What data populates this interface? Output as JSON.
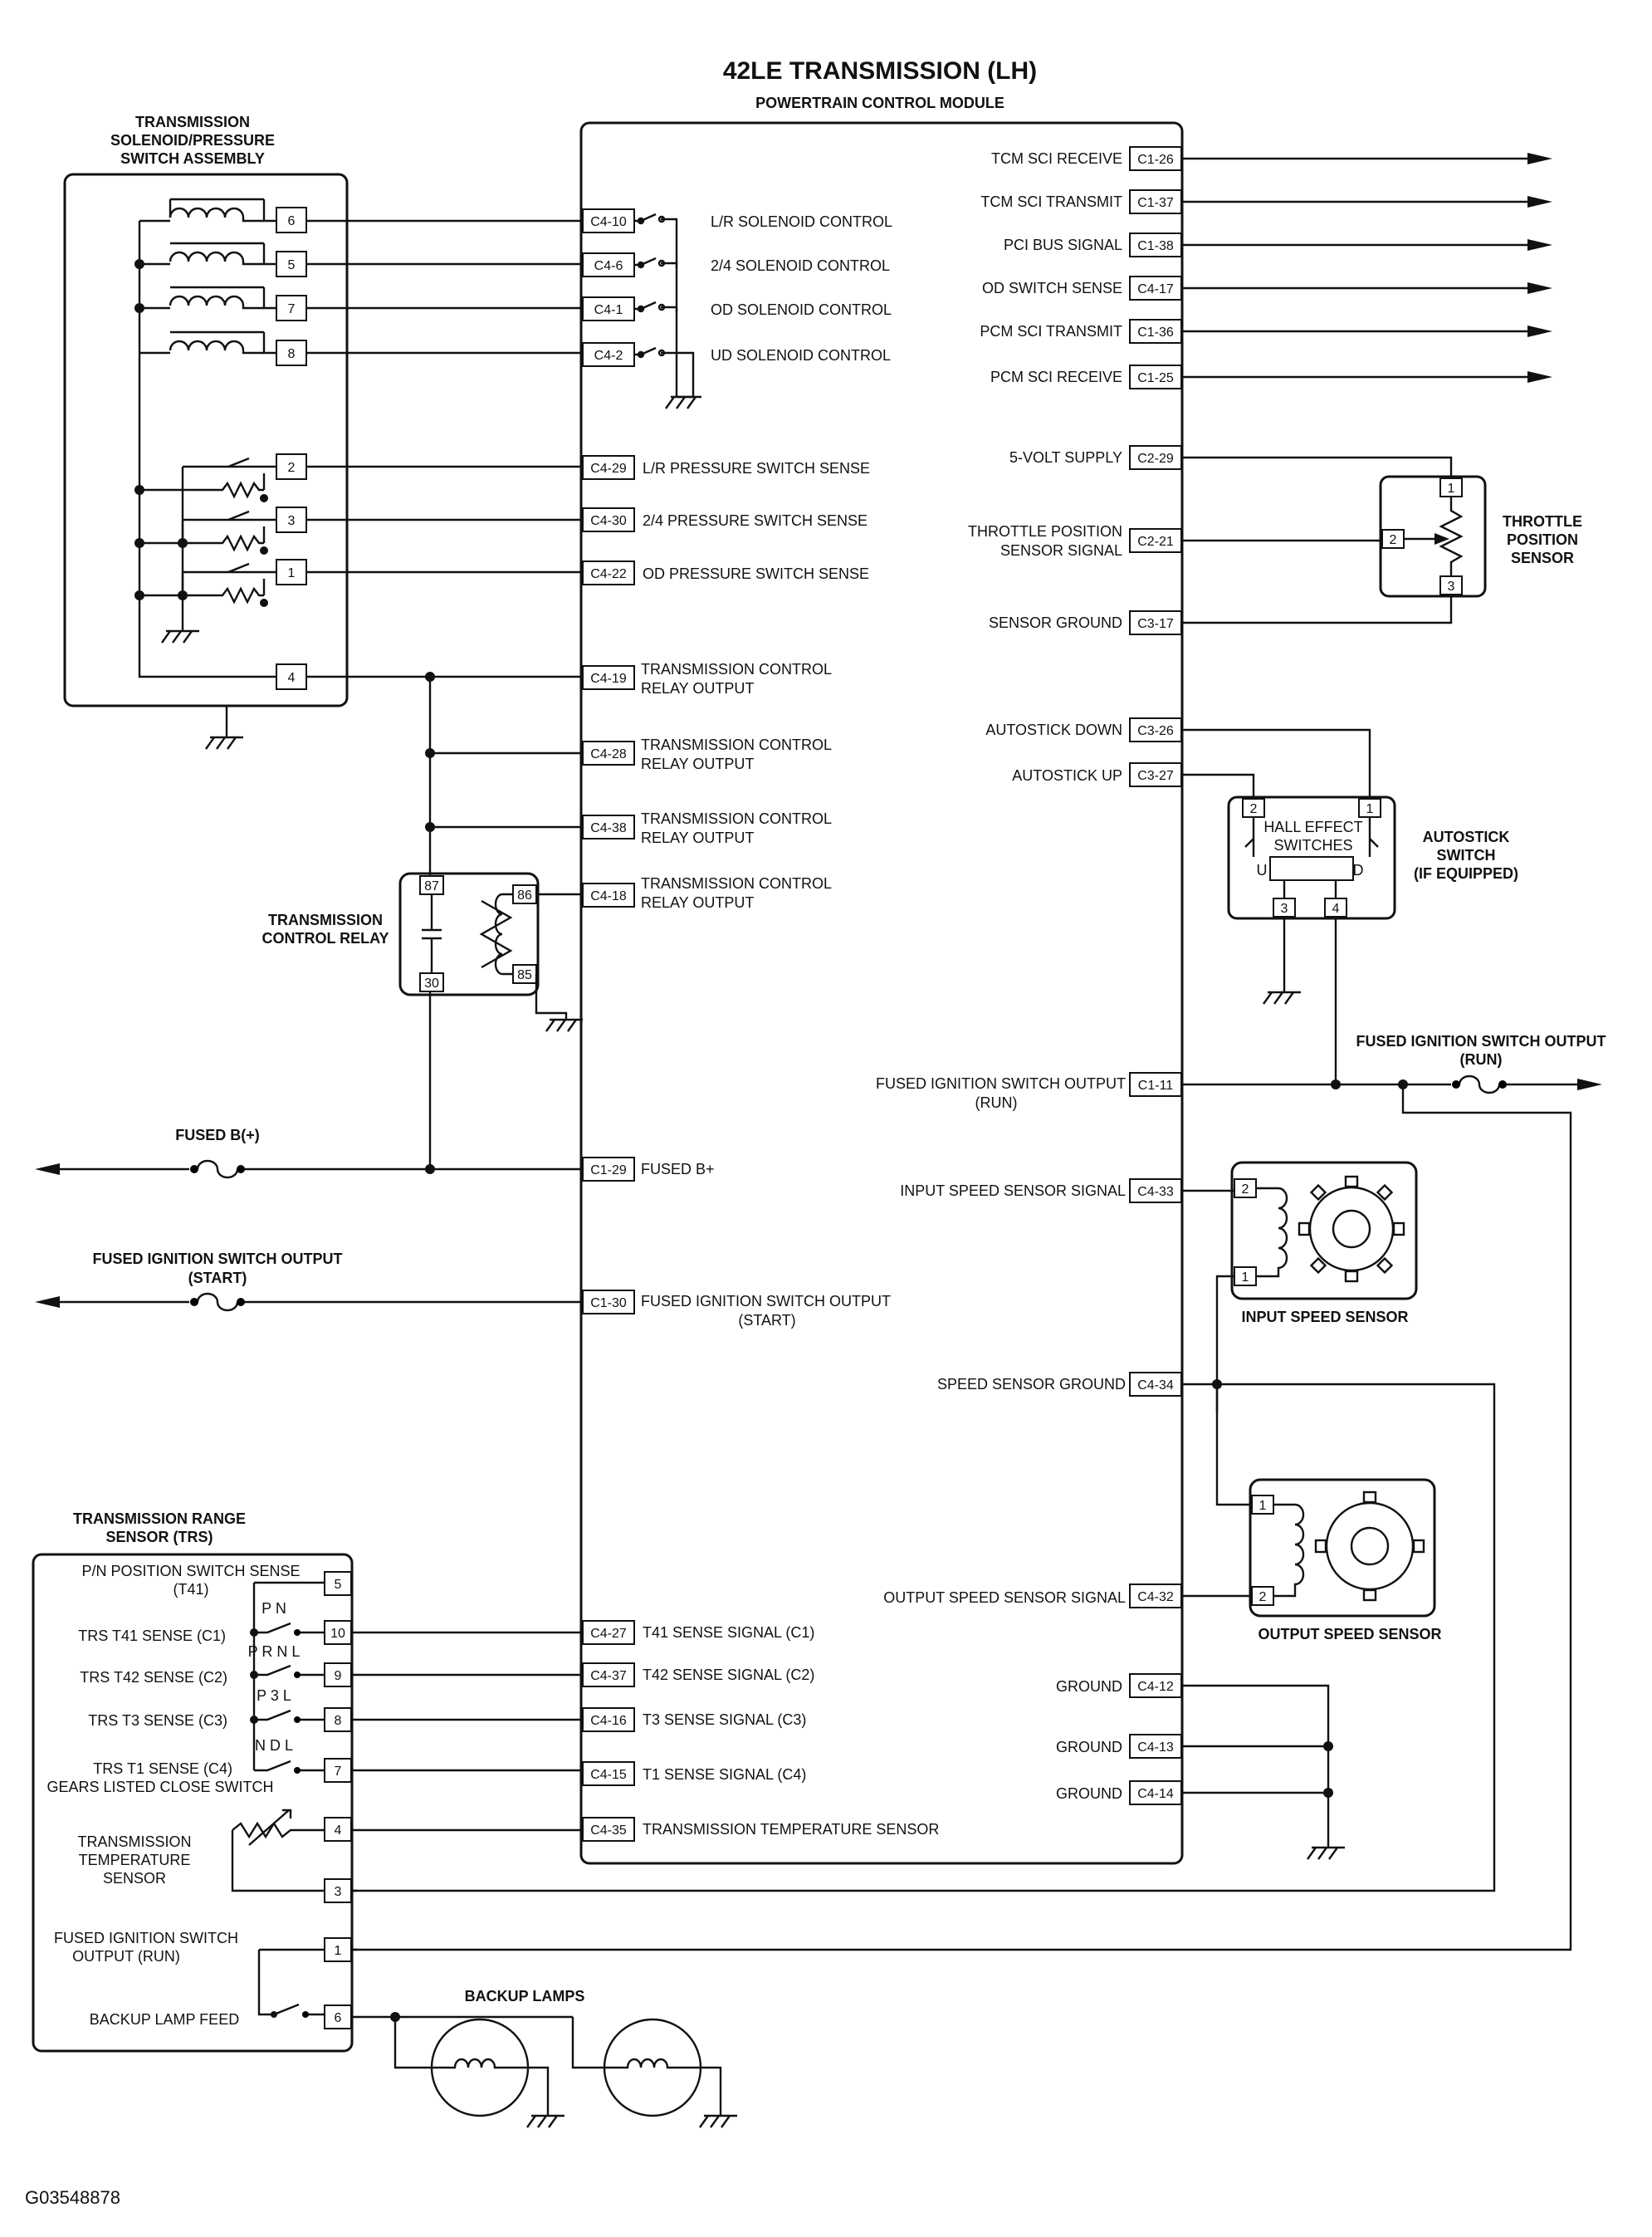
{
  "title": "42LE TRANSMISSION (LH)",
  "figure_id": "G03548878",
  "pcm": {
    "title": "POWERTRAIN CONTROL MODULE",
    "left_pins": [
      {
        "pin": "C4-10",
        "label": "L/R SOLENOID CONTROL"
      },
      {
        "pin": "C4-6",
        "label": "2/4 SOLENOID CONTROL"
      },
      {
        "pin": "C4-1",
        "label": "OD SOLENOID CONTROL"
      },
      {
        "pin": "C4-2",
        "label": "UD SOLENOID CONTROL"
      },
      {
        "pin": "C4-29",
        "label": "L/R PRESSURE SWITCH SENSE"
      },
      {
        "pin": "C4-30",
        "label": "2/4 PRESSURE SWITCH SENSE"
      },
      {
        "pin": "C4-22",
        "label": "OD PRESSURE SWITCH SENSE"
      },
      {
        "pin": "C4-19",
        "label": "TRANSMISSION CONTROL",
        "label2": "RELAY OUTPUT"
      },
      {
        "pin": "C4-28",
        "label": "TRANSMISSION CONTROL",
        "label2": "RELAY OUTPUT"
      },
      {
        "pin": "C4-38",
        "label": "TRANSMISSION CONTROL",
        "label2": "RELAY OUTPUT"
      },
      {
        "pin": "C4-18",
        "label": "TRANSMISSION CONTROL",
        "label2": "RELAY OUTPUT"
      },
      {
        "pin": "C1-29",
        "label": "FUSED B+"
      },
      {
        "pin": "C1-30",
        "label": "FUSED IGNITION SWITCH OUTPUT",
        "label2": "(START)"
      },
      {
        "pin": "C4-27",
        "label": "T41 SENSE SIGNAL (C1)"
      },
      {
        "pin": "C4-37",
        "label": "T42 SENSE SIGNAL (C2)"
      },
      {
        "pin": "C4-16",
        "label": "T3 SENSE SIGNAL (C3)"
      },
      {
        "pin": "C4-15",
        "label": "T1 SENSE SIGNAL (C4)"
      },
      {
        "pin": "C4-35",
        "label": "TRANSMISSION TEMPERATURE SENSOR"
      }
    ],
    "right_pins": [
      {
        "pin": "C1-26",
        "label": "TCM SCI RECEIVE"
      },
      {
        "pin": "C1-37",
        "label": "TCM SCI TRANSMIT"
      },
      {
        "pin": "C1-38",
        "label": "PCI BUS SIGNAL"
      },
      {
        "pin": "C4-17",
        "label": "OD SWITCH SENSE"
      },
      {
        "pin": "C1-36",
        "label": "PCM SCI TRANSMIT"
      },
      {
        "pin": "C1-25",
        "label": "PCM SCI RECEIVE"
      },
      {
        "pin": "C2-29",
        "label": "5-VOLT SUPPLY"
      },
      {
        "pin": "C2-21",
        "label": "THROTTLE POSITION",
        "label2": "SENSOR SIGNAL"
      },
      {
        "pin": "C3-17",
        "label": "SENSOR GROUND"
      },
      {
        "pin": "C3-26",
        "label": "AUTOSTICK DOWN"
      },
      {
        "pin": "C3-27",
        "label": "AUTOSTICK UP"
      },
      {
        "pin": "C1-11",
        "label": "FUSED IGNITION SWITCH OUTPUT",
        "label2": "(RUN)"
      },
      {
        "pin": "C4-33",
        "label": "INPUT SPEED SENSOR SIGNAL"
      },
      {
        "pin": "C4-34",
        "label": "SPEED SENSOR GROUND"
      },
      {
        "pin": "C4-32",
        "label": "OUTPUT SPEED SENSOR SIGNAL"
      },
      {
        "pin": "C4-12",
        "label": "GROUND"
      },
      {
        "pin": "C4-13",
        "label": "GROUND"
      },
      {
        "pin": "C4-14",
        "label": "GROUND"
      }
    ]
  },
  "solenoid_assembly": {
    "title1": "TRANSMISSION",
    "title2": "SOLENOID/PRESSURE",
    "title3": "SWITCH ASSEMBLY",
    "pins": [
      "6",
      "5",
      "7",
      "8",
      "2",
      "3",
      "1",
      "4"
    ]
  },
  "relay": {
    "title1": "TRANSMISSION",
    "title2": "CONTROL RELAY",
    "pins": [
      "87",
      "86",
      "30",
      "85"
    ]
  },
  "tps": {
    "title1": "THROTTLE",
    "title2": "POSITION",
    "title3": "SENSOR",
    "pins": [
      "1",
      "2",
      "3"
    ]
  },
  "autostick": {
    "title1": "AUTOSTICK",
    "title2": "SWITCH",
    "title3": "(IF EQUIPPED)",
    "inner1": "HALL EFFECT",
    "inner2": "SWITCHES",
    "up": "U",
    "down": "D",
    "pins": [
      "2",
      "1",
      "3",
      "4"
    ]
  },
  "ignition_run_right": {
    "label": "FUSED IGNITION SWITCH OUTPUT",
    "label2": "(RUN)"
  },
  "fused_bplus_left": {
    "label": "FUSED B(+)"
  },
  "ignition_start_left": {
    "label": "FUSED IGNITION SWITCH OUTPUT",
    "label2": "(START)"
  },
  "input_speed_sensor": {
    "title": "INPUT SPEED SENSOR",
    "pins": [
      "2",
      "1"
    ]
  },
  "output_speed_sensor": {
    "title": "OUTPUT SPEED SENSOR",
    "pins": [
      "1",
      "2"
    ]
  },
  "trs": {
    "title1": "TRANSMISSION RANGE",
    "title2": "SENSOR (TRS)",
    "rows": [
      {
        "pin": "5",
        "label": "P/N POSITION SWITCH SENSE",
        "label2": "(T41)"
      },
      {
        "pin": "10",
        "label": "TRS T41 SENSE (C1)",
        "gears": "P N"
      },
      {
        "pin": "9",
        "label": "TRS T42 SENSE (C2)",
        "gears": "P R N L"
      },
      {
        "pin": "8",
        "label": "TRS T3 SENSE (C3)",
        "gears": "P 3 L"
      },
      {
        "pin": "7",
        "label": "TRS T1 SENSE (C4)",
        "gears": "N D L"
      }
    ],
    "note": "GEARS LISTED CLOSE SWITCH",
    "temp1": "TRANSMISSION",
    "temp2": "TEMPERATURE",
    "temp3": "SENSOR",
    "temp_pins": [
      "4",
      "3"
    ],
    "fused1": "FUSED IGNITION SWITCH",
    "fused2": "OUTPUT (RUN)",
    "fused_pin": "1",
    "backup": "BACKUP LAMP FEED",
    "backup_pin": "6"
  },
  "backup_lamps": {
    "title": "BACKUP LAMPS"
  }
}
